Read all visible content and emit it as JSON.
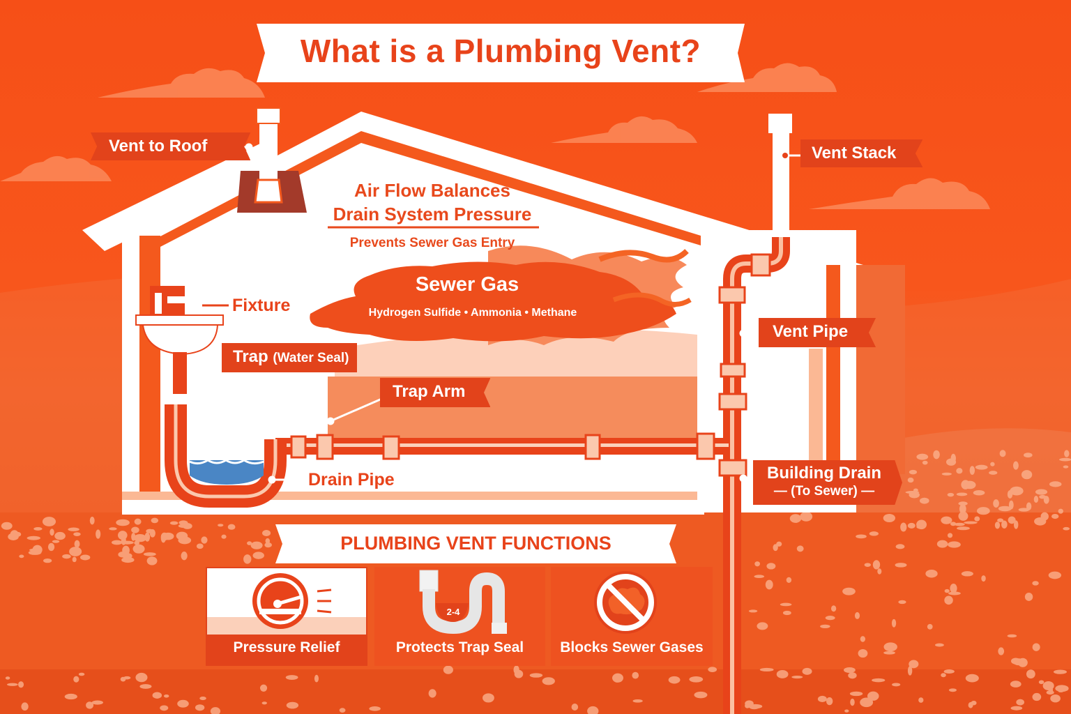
{
  "title": "What is a Plumbing Vent?",
  "labels": {
    "vent_to_roof": "Vent to Roof",
    "vent_stack": "Vent Stack",
    "fixture": "Fixture",
    "trap": "Trap",
    "trap_note": "(Water Seal)",
    "trap_arm": "Trap Arm",
    "drain_pipe": "Drain Pipe",
    "vent_pipe": "Vent Pipe",
    "building_drain": "Building Drain",
    "building_drain_note": "(To Sewer)",
    "trap_depth": "2-4”"
  },
  "airflow": {
    "line1": "Air Flow Balances",
    "line2": "Drain System Pressure",
    "subtitle": "Prevents Sewer Gas Entry"
  },
  "sewer_gas": {
    "title": "Sewer Gas",
    "components": "Hydrogen Sulfide • Ammonia • Methane"
  },
  "functions": {
    "heading": "PLUMBING VENT FUNCTIONS",
    "cards": [
      {
        "label": "Pressure Relief",
        "icon": "pressure-gauge-icon"
      },
      {
        "label": "Protects Trap Seal",
        "icon": "p-trap-icon",
        "icon_text": "2-4"
      },
      {
        "label": "Blocks Sewer Gases",
        "icon": "no-gas-icon"
      }
    ]
  },
  "colors": {
    "primary": "#f64f17",
    "ribbon": "#e2431b",
    "text_accent": "#e8431a",
    "white": "#ffffff",
    "water": "#4a86c5"
  }
}
